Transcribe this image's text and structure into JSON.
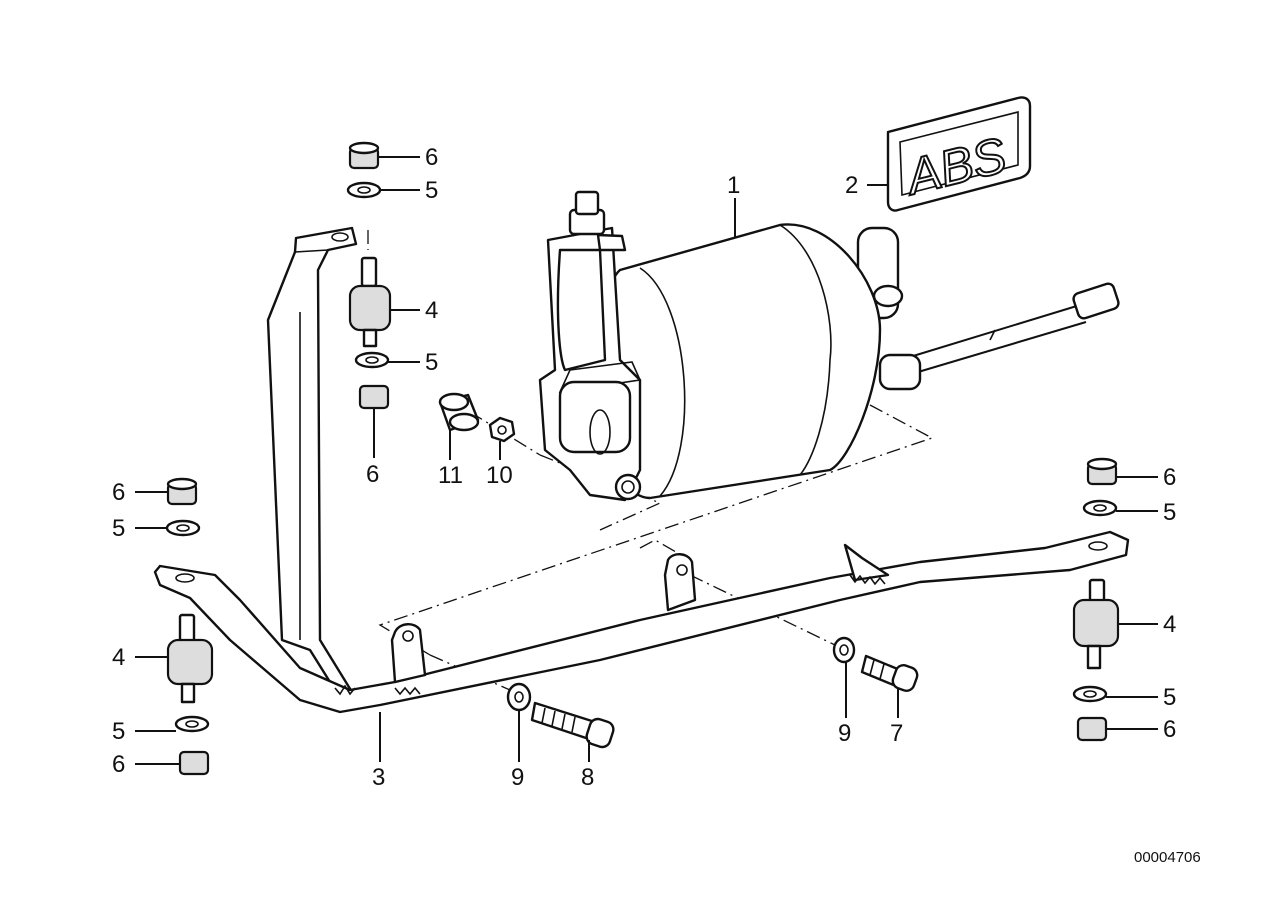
{
  "diagram": {
    "emblem_text": "ABS",
    "document_number": "00004706",
    "callouts": [
      {
        "id": "c1",
        "label": "1"
      },
      {
        "id": "c2",
        "label": "2"
      },
      {
        "id": "c3",
        "label": "3"
      },
      {
        "id": "c4a",
        "label": "4"
      },
      {
        "id": "c4b",
        "label": "4"
      },
      {
        "id": "c4c",
        "label": "4"
      },
      {
        "id": "c5a",
        "label": "5"
      },
      {
        "id": "c5b",
        "label": "5"
      },
      {
        "id": "c5c",
        "label": "5"
      },
      {
        "id": "c5d",
        "label": "5"
      },
      {
        "id": "c5e",
        "label": "5"
      },
      {
        "id": "c5f",
        "label": "5"
      },
      {
        "id": "c6a",
        "label": "6"
      },
      {
        "id": "c6b",
        "label": "6"
      },
      {
        "id": "c6c",
        "label": "6"
      },
      {
        "id": "c6d",
        "label": "6"
      },
      {
        "id": "c6e",
        "label": "6"
      },
      {
        "id": "c6f",
        "label": "6"
      },
      {
        "id": "c7",
        "label": "7"
      },
      {
        "id": "c8",
        "label": "8"
      },
      {
        "id": "c9a",
        "label": "9"
      },
      {
        "id": "c9b",
        "label": "9"
      },
      {
        "id": "c10",
        "label": "10"
      },
      {
        "id": "c11",
        "label": "11"
      }
    ]
  }
}
